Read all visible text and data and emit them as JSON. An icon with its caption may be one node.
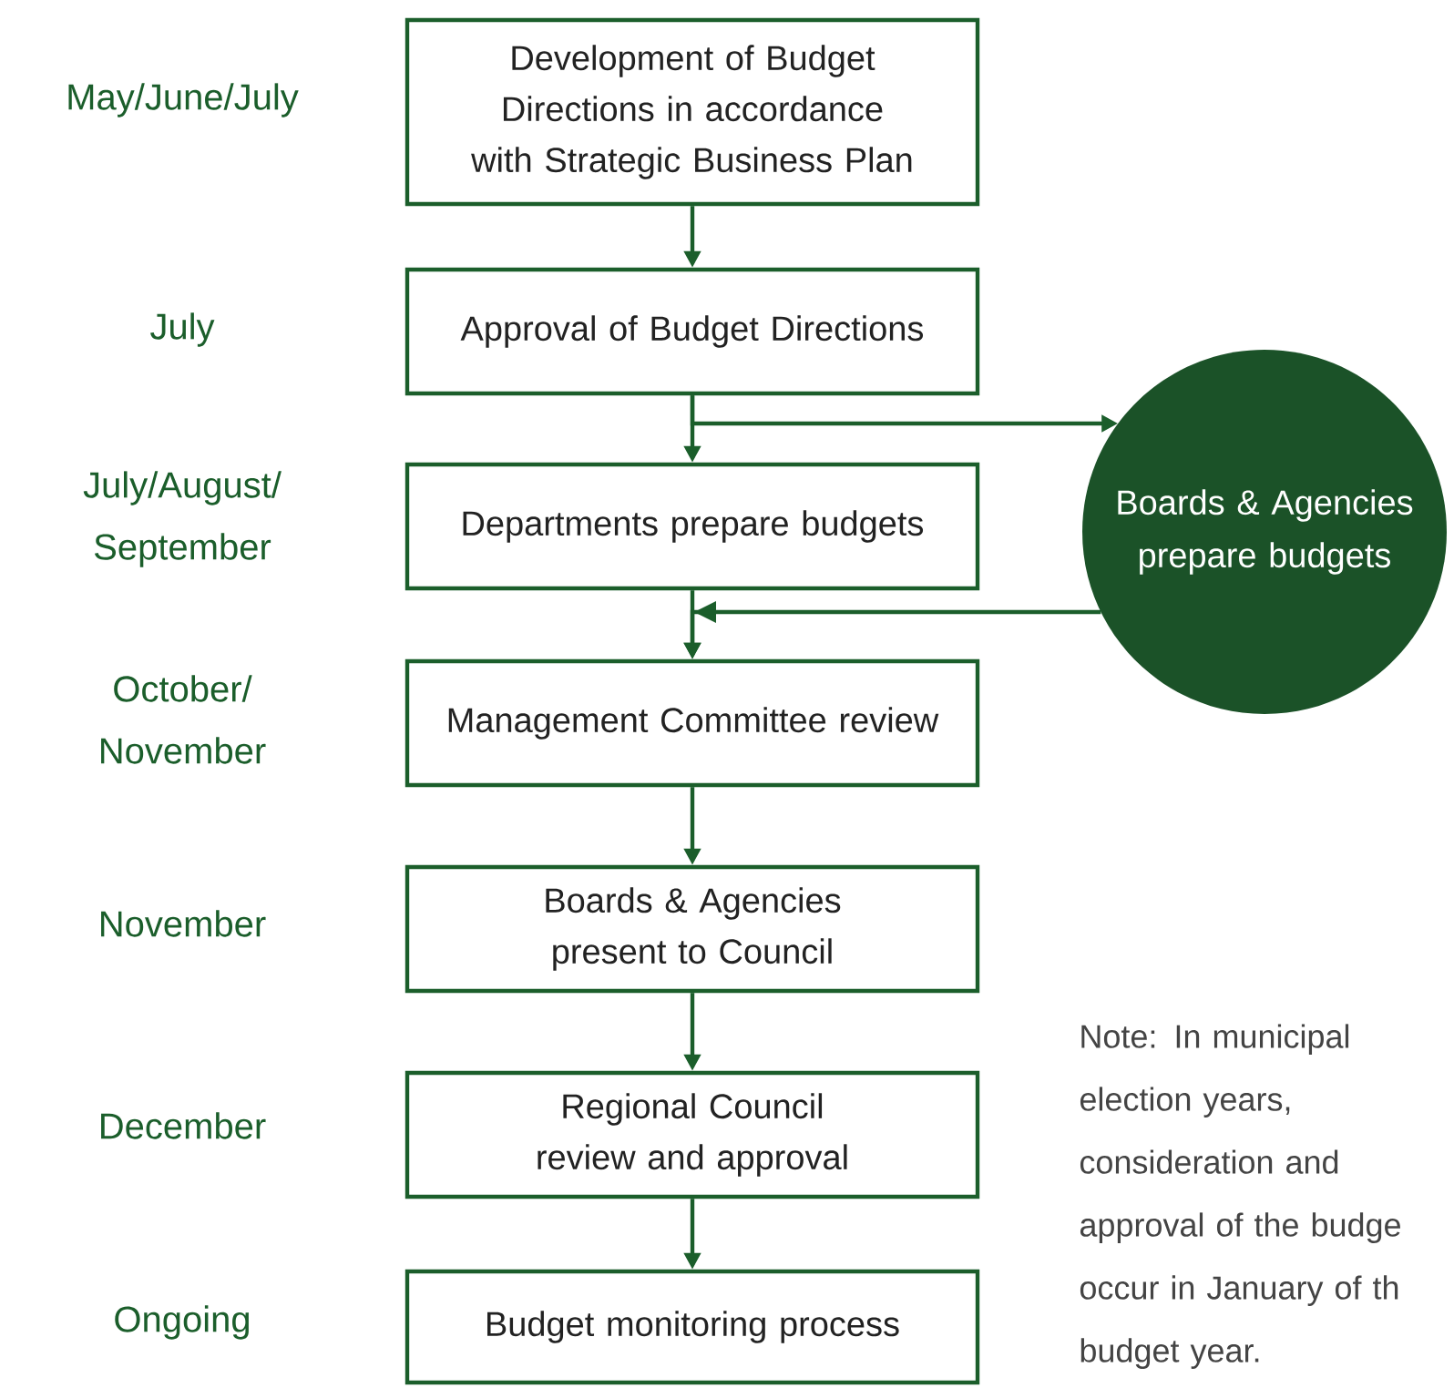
{
  "diagram": {
    "nodes": [
      {
        "text": [
          "Development of Budget Directions in accordance with Strategic Business Plan"
        ]
      },
      {
        "text": [
          "Approval of Budget Directions"
        ]
      },
      {
        "text": [
          "Departments prepare budgets"
        ]
      },
      {
        "text": [
          "Management Committee review"
        ]
      },
      {
        "text": [
          "Boards & Agencies present to Council"
        ]
      },
      {
        "text": [
          "Regional Council review and approval"
        ]
      },
      {
        "text": [
          "Budget monitoring process"
        ]
      },
      {
        "text": [
          "Boards & Agencies prepare budgets"
        ]
      }
    ],
    "edges": [
      {
        "from": 0,
        "to": 1,
        "arrow": "to"
      },
      {
        "from": 1,
        "to": 2,
        "arrow": "to"
      },
      {
        "from": 1,
        "to": 7,
        "arrow": "to"
      },
      {
        "from": 2,
        "to": 3,
        "arrow": "to"
      },
      {
        "from": 7,
        "to": 3,
        "arrow": "to"
      },
      {
        "from": 3,
        "to": 4,
        "arrow": "to"
      },
      {
        "from": 4,
        "to": 5,
        "arrow": "to"
      },
      {
        "from": 5,
        "to": 6,
        "arrow": "to"
      }
    ],
    "labels": [
      "May/June/July",
      "July",
      "July/August/ September",
      "October/ November",
      "November",
      "December",
      "Ongoing",
      "Note: In municipal election years, consideration and approval of the budge occur in January of th budget year."
    ]
  }
}
